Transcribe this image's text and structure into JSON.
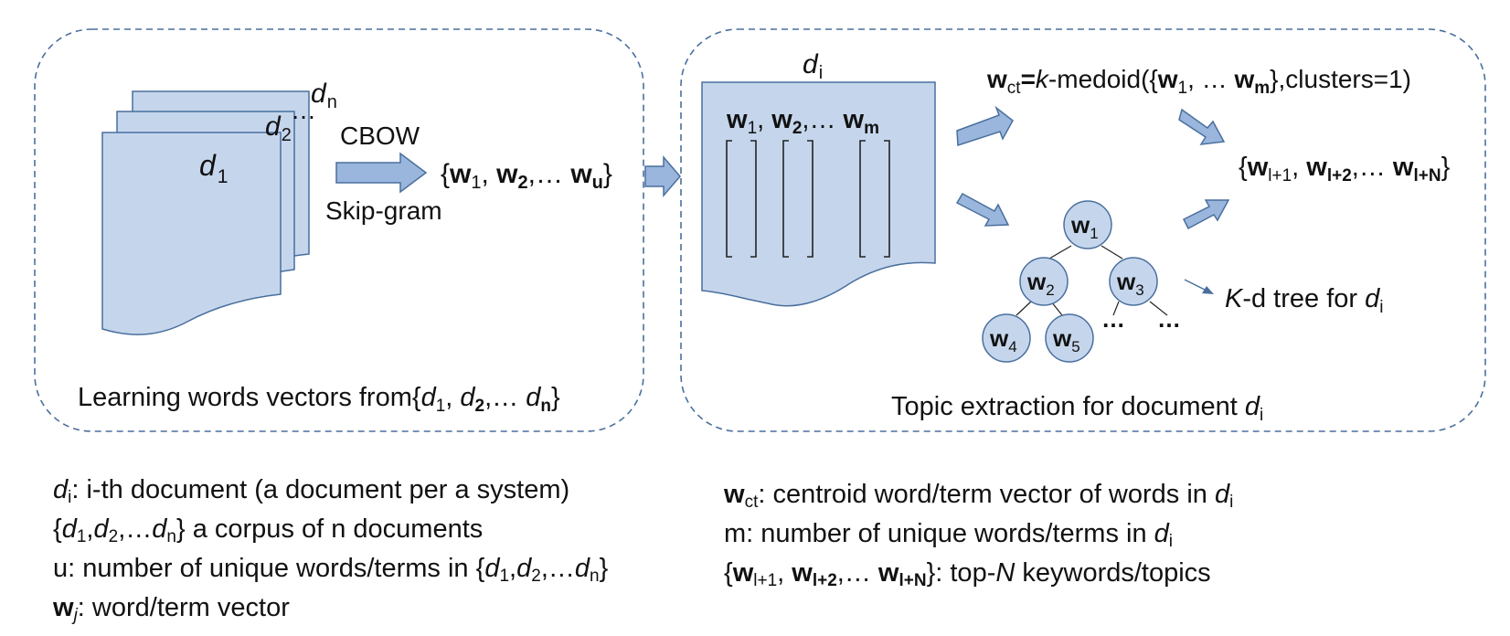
{
  "colors": {
    "fill": "#c5d6ec",
    "stroke": "#4a6f9e",
    "arrow_fill": "#9ab6dc",
    "dashed_border": "#4a6f9e",
    "text": "#111111"
  },
  "left_panel": {
    "caption": "Learning words vectors from{d1, d2,… dn}",
    "doc_front_label": "d1",
    "doc_middle_label": "d2",
    "doc_back_label": "dn",
    "doc_ellipsis": "…",
    "method_top": "CBOW",
    "method_bottom": "Skip-gram",
    "vocab_set": "{w1, w2,… wu}"
  },
  "right_panel": {
    "caption": "Topic extraction for document di",
    "doc_label": "di",
    "doc_vectors": "w1, w2,… wm",
    "medoid_formula": "wct=k-medoid({w1, … wm},clusters=1)",
    "top_keywords": "{wl+1, wl+2,… wl+N}",
    "kd_tree_label": "K-d tree for di",
    "tree_nodes": [
      "w1",
      "w2",
      "w3",
      "w4",
      "w5"
    ],
    "tree_ellipses": [
      "…",
      "…"
    ]
  },
  "legend_left": [
    "di: i-th document (a document per a system)",
    "{d1,d2,…dn} a corpus of n documents",
    "u: number of unique words/terms in {d1,d2,…dn}",
    "wj: word/term vector"
  ],
  "legend_right": [
    "wct: centroid word/term vector of words in di",
    "m: number of unique words/terms in di",
    "{wl+1, wl+2,… wl+N}: top-N keywords/topics"
  ],
  "icons": {
    "flow_arrow": "block-arrow-icon",
    "doc_stack": "document-stack-icon",
    "document": "document-icon",
    "tree": "kd-tree-icon"
  }
}
